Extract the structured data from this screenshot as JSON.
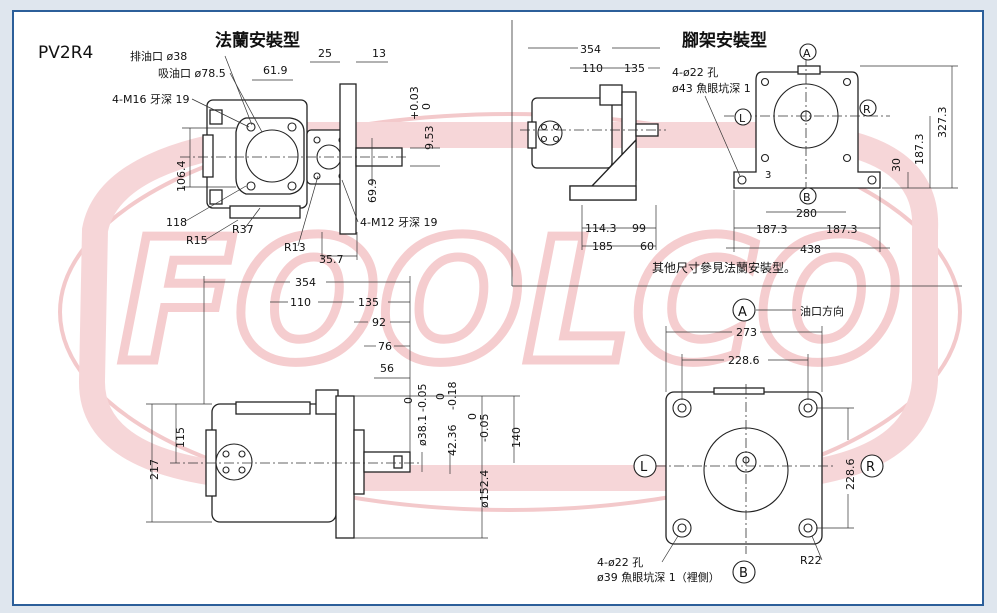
{
  "model": "PV2R4",
  "watermark": "FOOLCO",
  "titles": {
    "flange_mount": "法蘭安裝型",
    "foot_mount": "腳架安裝型"
  },
  "flange_view_labels": {
    "discharge_port": "排油口 ø38",
    "suction_port": "吸油口 ø78.5",
    "tapped_holes_large": "4-M16 牙深 19",
    "tapped_holes_small": "4-M12 牙深 19",
    "dim_61_9": "61.9",
    "dim_25": "25",
    "dim_13": "13",
    "dim_106_4": "106.4",
    "dim_118": "118",
    "dim_r15": "R15",
    "dim_r37": "R37",
    "dim_r13": "R13",
    "dim_69_9": "69.9",
    "dim_35_7": "35.7",
    "tol_upper": "+0.03",
    "tol_lower": "0",
    "dim_9_53": "9.53"
  },
  "foot_view_labels": {
    "dim_354": "354",
    "dim_110": "110",
    "dim_135": "135",
    "holes": "4-ø22 孔",
    "counterbore": "ø43 魚眼坑深 1",
    "dim_114_3": "114.3",
    "dim_99": "99",
    "dim_185": "185",
    "dim_60": "60",
    "dim_3": "3",
    "dim_280": "280",
    "dim_187_3a": "187.3",
    "dim_187_3b": "187.3",
    "dim_438": "438",
    "dim_30": "30",
    "dim_187_3_v": "187.3",
    "dim_327_3": "327.3",
    "port_a": "A",
    "port_b": "B",
    "port_l": "L",
    "port_r": "R",
    "note": "其他尺寸參見法蘭安裝型。"
  },
  "side_view_labels": {
    "dim_354": "354",
    "dim_110": "110",
    "dim_135": "135",
    "dim_92": "92",
    "dim_76": "76",
    "dim_56": "56",
    "dim_217": "217",
    "dim_115": "115",
    "dim_140": "140",
    "shaft_dia": "ø38.1",
    "shaft_tol_hi": "0",
    "shaft_tol_lo": "-0.05",
    "key_dim": "42.36",
    "key_tol_hi": "0",
    "key_tol_lo": "-0.18",
    "pilot_dia": "ø152.4",
    "pilot_tol_hi": "0",
    "pilot_tol_lo": "-0.05"
  },
  "end_view_labels": {
    "port_a": "A",
    "port_b": "B",
    "port_l": "L",
    "port_r": "R",
    "port_direction": "油口方向",
    "dim_273": "273",
    "dim_228_6_h": "228.6",
    "dim_228_6_v": "228.6",
    "dim_r22": "R22",
    "holes": "4-ø22 孔",
    "counterbore": "ø39 魚眼坑深 1（裡側）"
  },
  "colors": {
    "border": "#2c5f9a",
    "watermark": "#e2484f",
    "line": "#222222"
  }
}
